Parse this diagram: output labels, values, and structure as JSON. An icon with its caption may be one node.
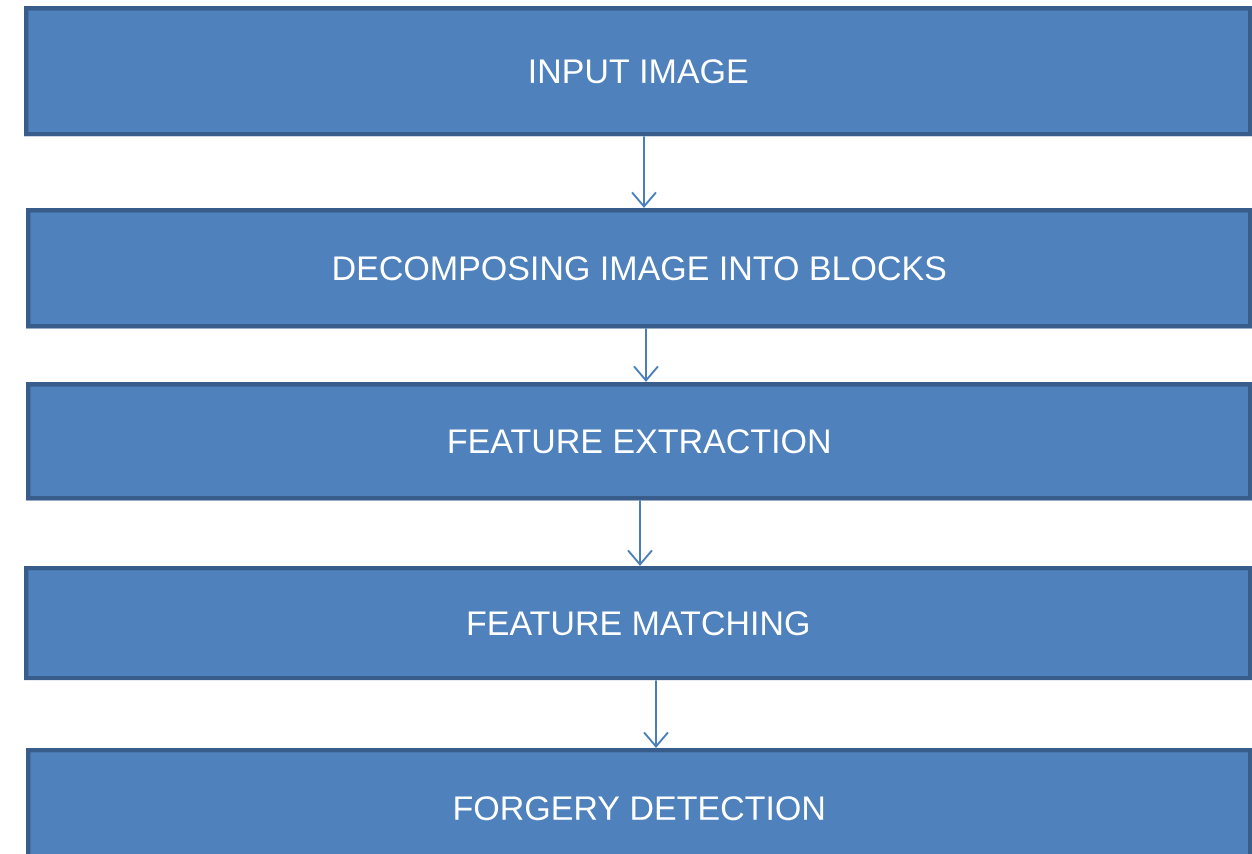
{
  "diagram": {
    "nodes": [
      {
        "text": [
          "INPUT IMAGE"
        ]
      },
      {
        "text": [
          "DECOMPOSING IMAGE INTO BLOCKS"
        ]
      },
      {
        "text": [
          "FEATURE EXTRACTION"
        ]
      },
      {
        "text": [
          "FEATURE MATCHING"
        ]
      },
      {
        "text": [
          "FORGERY DETECTION"
        ]
      }
    ],
    "edges": [
      {
        "from": 0,
        "to": 1,
        "arrow": "to"
      },
      {
        "from": 1,
        "to": 2,
        "arrow": "to"
      },
      {
        "from": 2,
        "to": 3,
        "arrow": "to"
      },
      {
        "from": 3,
        "to": 4,
        "arrow": "to"
      }
    ]
  }
}
